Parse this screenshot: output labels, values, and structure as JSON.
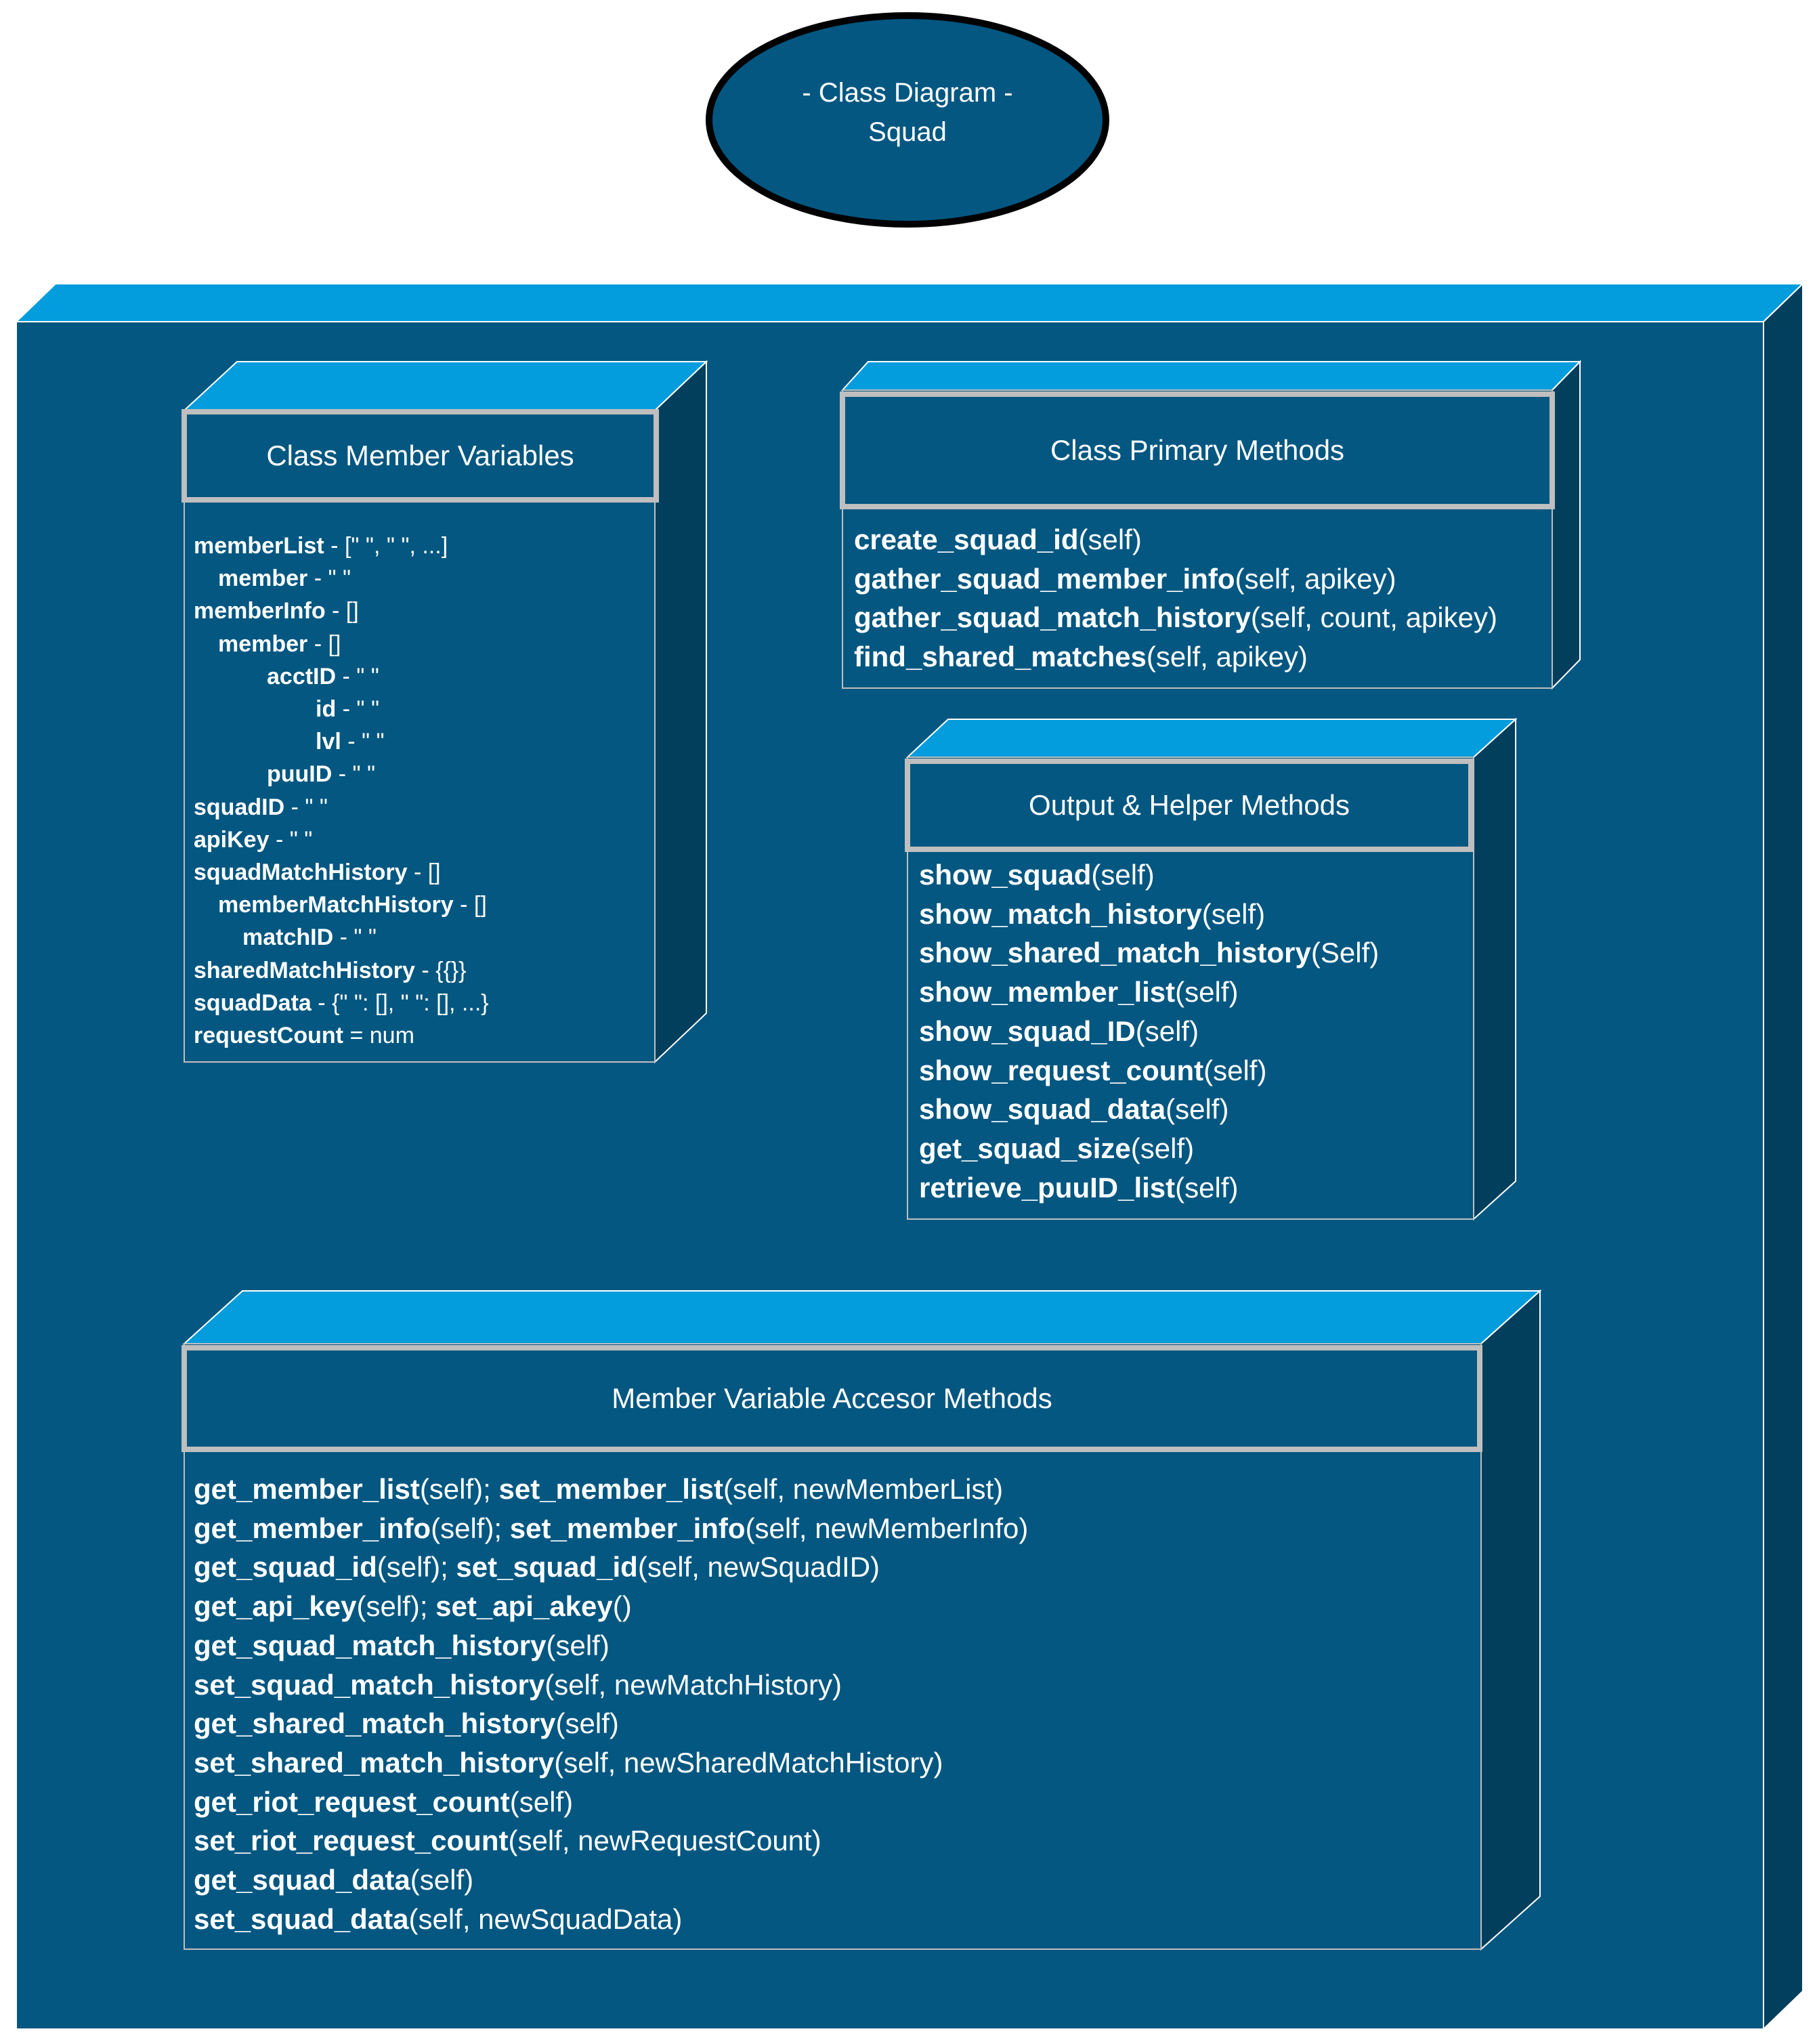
{
  "title": {
    "line1": "- Class Diagram -",
    "line2": "Squad"
  },
  "colors": {
    "frame_front": "#035781",
    "frame_top": "#039CDD",
    "frame_side": "#023F5C",
    "header_border": "#BFBFBF",
    "ellipse_fill": "#035781",
    "ellipse_stroke": "#000000"
  },
  "member_variables": {
    "header": "Class Member Variables",
    "items": [
      {
        "name": "memberList",
        "rest": " - [\" \", \" \", ...]",
        "indent": 0
      },
      {
        "name": "member",
        "rest": " - \" \"",
        "indent": 1
      },
      {
        "name": "memberInfo",
        "rest": " - []",
        "indent": 0
      },
      {
        "name": "member",
        "rest": " - []",
        "indent": 1
      },
      {
        "name": "acctID",
        "rest": " - \" \"",
        "indent": 3
      },
      {
        "name": "id",
        "rest": " - \" \"",
        "indent": 5
      },
      {
        "name": "lvl",
        "rest": " - \" \"",
        "indent": 5
      },
      {
        "name": "puuID",
        "rest": " - \" \"",
        "indent": 3
      },
      {
        "name": "squadID",
        "rest": " - \" \"",
        "indent": 0
      },
      {
        "name": "apiKey",
        "rest": " - \" \"",
        "indent": 0
      },
      {
        "name": "squadMatchHistory",
        "rest": " - []",
        "indent": 0
      },
      {
        "name": "memberMatchHistory",
        "rest": " - []",
        "indent": 1
      },
      {
        "name": "matchID",
        "rest": " - \" \"",
        "indent": 2
      },
      {
        "name": "sharedMatchHistory",
        "rest": " - {{}}",
        "indent": 0
      },
      {
        "name": "squadData",
        "rest": " - {\" \": [], \" \": [], ...}",
        "indent": 0
      },
      {
        "name": "requestCount",
        "rest": " = num",
        "indent": 0
      }
    ]
  },
  "primary_methods": {
    "header": "Class Primary Methods",
    "items": [
      {
        "name": "create_squad_id",
        "rest": "(self)"
      },
      {
        "name": "gather_squad_member_info",
        "rest": "(self, apikey)"
      },
      {
        "name": "gather_squad_match_history",
        "rest": "(self, count, apikey)"
      },
      {
        "name": "find_shared_matches",
        "rest": "(self, apikey)"
      }
    ]
  },
  "helper_methods": {
    "header": "Output & Helper Methods",
    "items": [
      {
        "name": "show_squad",
        "rest": "(self)"
      },
      {
        "name": "show_match_history",
        "rest": "(self)"
      },
      {
        "name": "show_shared_match_history",
        "rest": "(Self)"
      },
      {
        "name": "show_member_list",
        "rest": "(self)"
      },
      {
        "name": "show_squad_ID",
        "rest": "(self)"
      },
      {
        "name": "show_request_count",
        "rest": "(self)"
      },
      {
        "name": "show_squad_data",
        "rest": "(self)"
      },
      {
        "name": "get_squad_size",
        "rest": "(self)"
      },
      {
        "name": "retrieve_puuID_list",
        "rest": "(self)"
      }
    ]
  },
  "accessor_methods": {
    "header": "Member Variable Accesor Methods",
    "items": [
      {
        "name": "get_member_list",
        "rest": "(self); ",
        "name2": "set_member_list",
        "rest2": "(self, newMemberList)"
      },
      {
        "name": "get_member_info",
        "rest": "(self); ",
        "name2": "set_member_info",
        "rest2": "(self, newMemberInfo)"
      },
      {
        "name": "get_squad_id",
        "rest": "(self); ",
        "name2": "set_squad_id",
        "rest2": "(self, newSquadID)"
      },
      {
        "name": "get_api_key",
        "rest": "(self); ",
        "name2": "set_api_akey",
        "rest2": "()"
      },
      {
        "name": "get_squad_match_history",
        "rest": "(self)"
      },
      {
        "name": "set_squad_match_history",
        "rest": "(self, newMatchHistory)"
      },
      {
        "name": "get_shared_match_history",
        "rest": "(self)"
      },
      {
        "name": "set_shared_match_history",
        "rest": "(self, newSharedMatchHistory)"
      },
      {
        "name": "get_riot_request_count",
        "rest": "(self)"
      },
      {
        "name": "set_riot_request_count",
        "rest": "(self, newRequestCount)"
      },
      {
        "name": "get_squad_data",
        "rest": "(self)"
      },
      {
        "name": "set_squad_data",
        "rest": "(self, newSquadData)"
      }
    ]
  }
}
